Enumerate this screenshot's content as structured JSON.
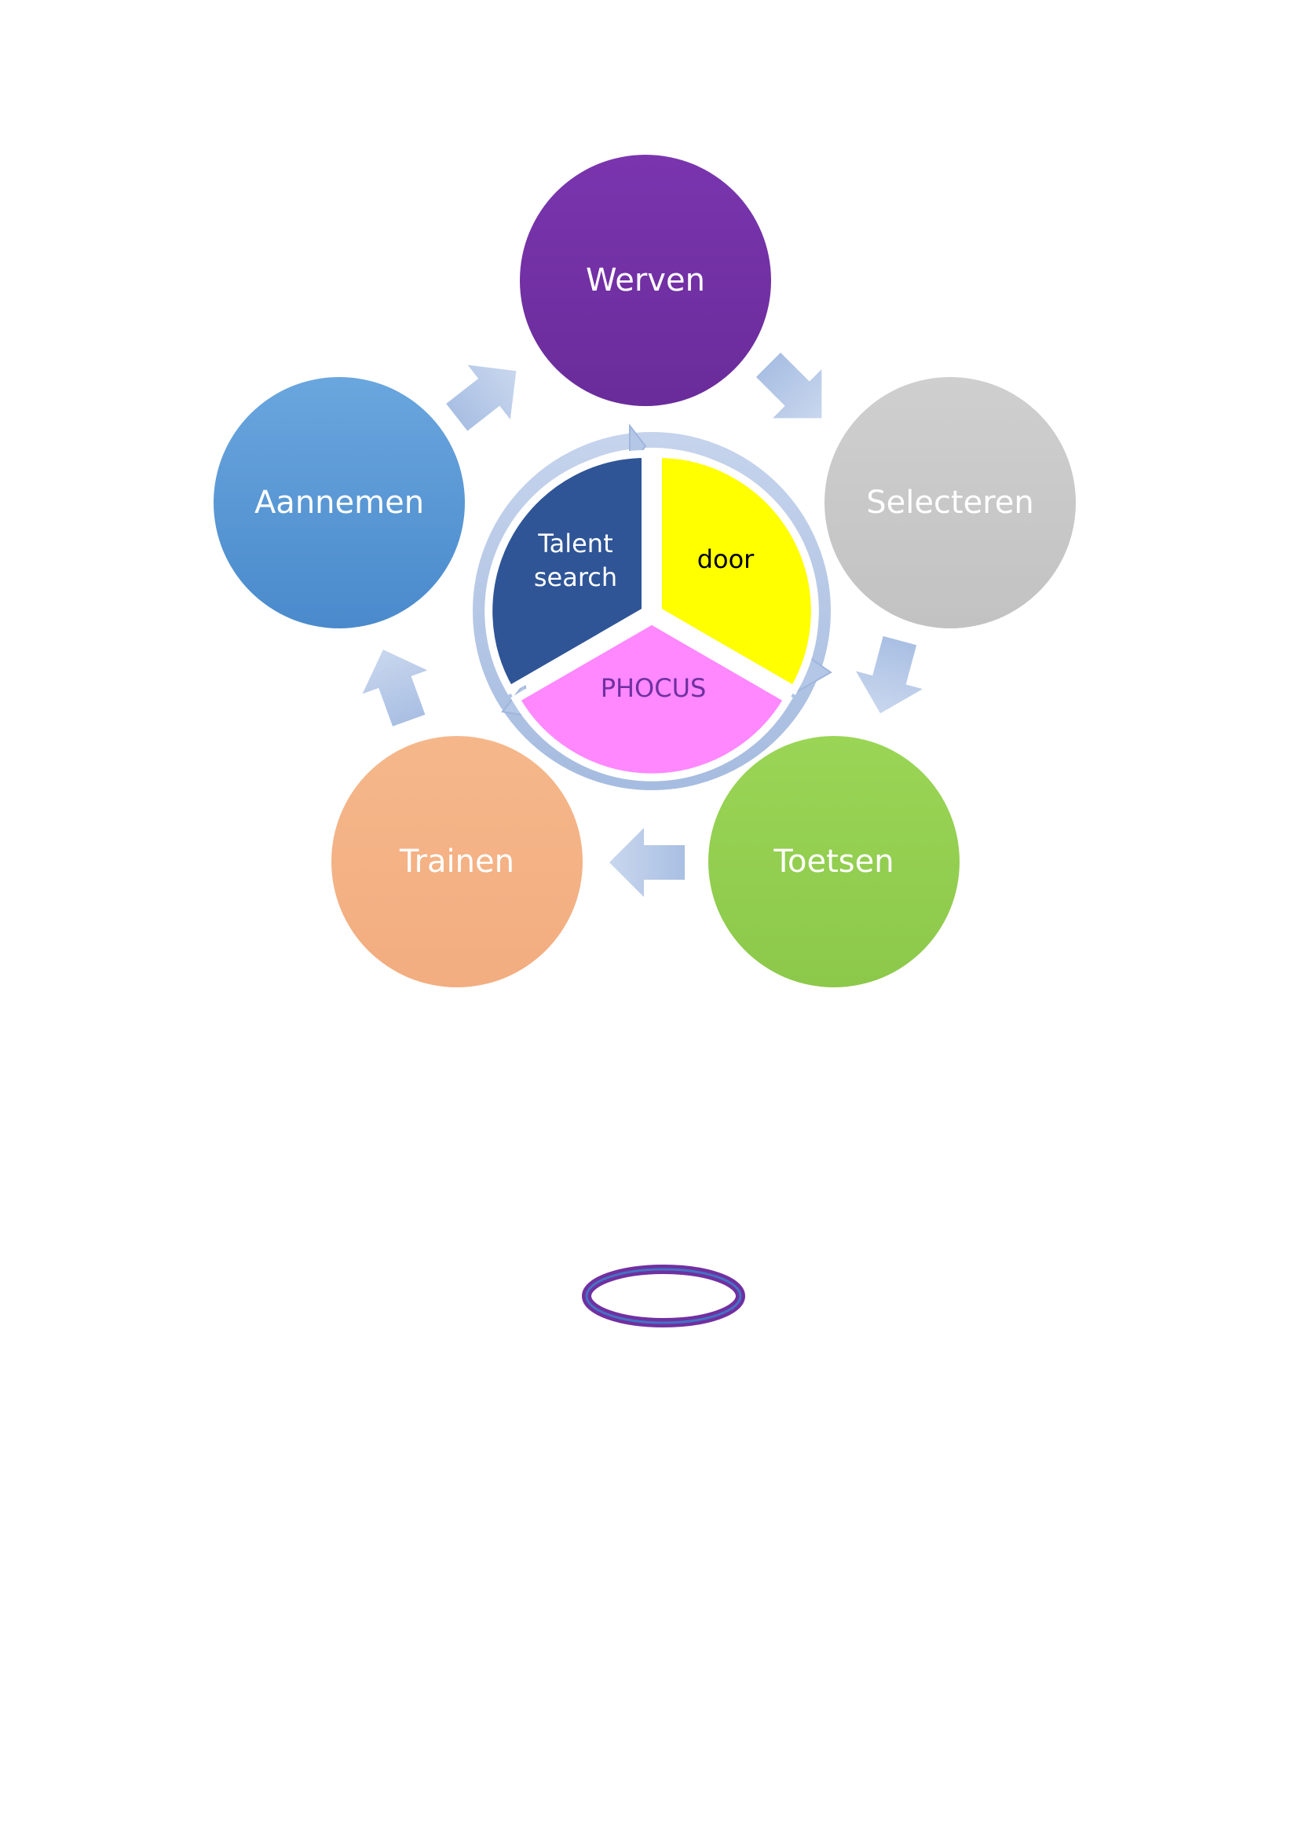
{
  "cycle": {
    "nodes": [
      {
        "label": "Werven",
        "color": "#7030A0"
      },
      {
        "label": "Selecteren",
        "color": "#C8C8C8"
      },
      {
        "label": "Toetsen",
        "color": "#92D050"
      },
      {
        "label": "Trainen",
        "color": "#F4B183"
      },
      {
        "label": "Aannemen",
        "color": "#5B9BD5"
      }
    ],
    "arrow_color": "#B4C7E7"
  },
  "center": {
    "segments": [
      {
        "label_lines": [
          "Talent",
          "search"
        ],
        "color": "#2F5597",
        "text_color": "#ffffff"
      },
      {
        "label_lines": [
          "door"
        ],
        "color": "#FFFF00",
        "text_color": "#000000"
      },
      {
        "label_lines": [
          "PHOCUS"
        ],
        "color": "#FF88FF",
        "text_color": "#7030A0"
      }
    ],
    "ring_color": "#B4C7E7"
  },
  "ring_shape": {
    "outline_color": "#7030A0",
    "inner_color": "#4472C4"
  }
}
